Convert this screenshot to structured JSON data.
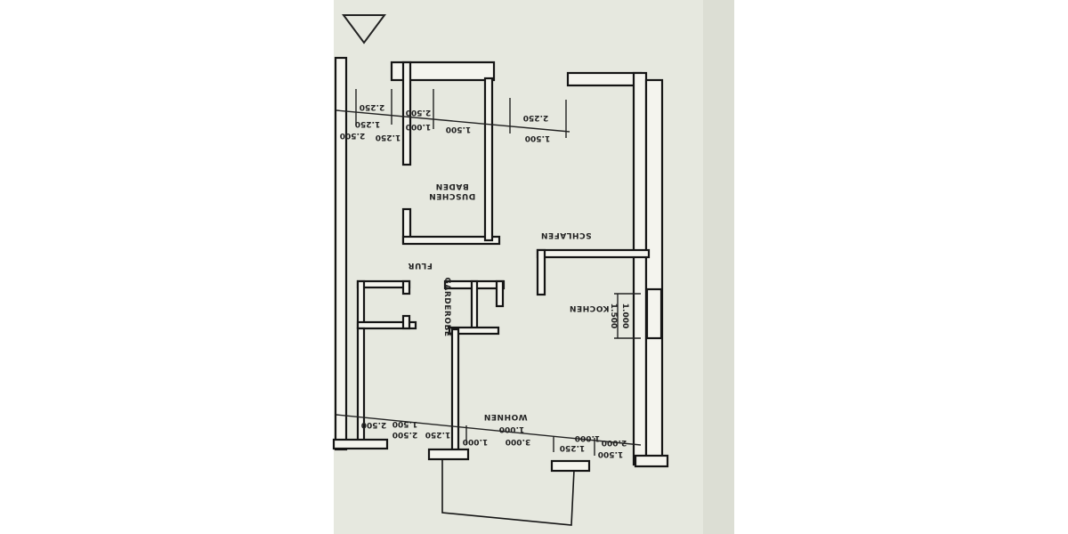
{
  "diagram": {
    "type": "floor-plan",
    "paper_color": "#e6e8df",
    "line_color": "#151515",
    "text_mirrored": true,
    "north_marker": "triangle",
    "rooms": [
      {
        "id": "baden",
        "label": "BADEN"
      },
      {
        "id": "duschen",
        "label": "DUSCHEN"
      },
      {
        "id": "flur",
        "label": "FLUR"
      },
      {
        "id": "schlafen",
        "label": "SCHLAFEN"
      },
      {
        "id": "kochen",
        "label": "KOCHEN"
      },
      {
        "id": "garderobe",
        "label": "GARDEROBE"
      },
      {
        "id": "wohnen",
        "label": "WOHNEN"
      }
    ],
    "dimensions_top": [
      "2.250",
      "1.250",
      "2.500",
      "1.250",
      "2.500",
      "1.000",
      "1.500",
      "2.250",
      "1.500"
    ],
    "dimensions_bottom": [
      "2.500",
      "1.500",
      "2.500",
      "1.250",
      "1.000",
      "1.000",
      "3.000",
      "1.250",
      "1.000",
      "1.500",
      "2.000"
    ],
    "dimensions_window": [
      "1.000",
      "1.500"
    ]
  }
}
